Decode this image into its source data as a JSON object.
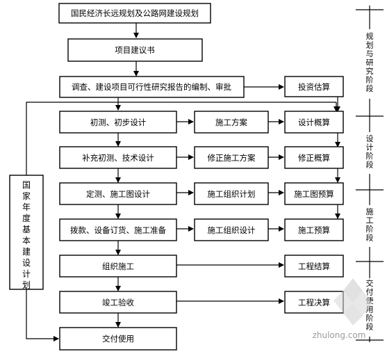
{
  "nodes": {
    "plan": "国民经济长远规划及公路网建设规划",
    "proposal": "项目建议书",
    "feasibility": "调查、建设项目可行性研究报告的编制、审批",
    "investment_estimate": "投资估算",
    "prelim_design": "初测、初步设计",
    "construction_scheme": "施工方案",
    "design_estimate": "设计概算",
    "supp_design": "补充初测、技术设计",
    "revised_scheme": "修正施工方案",
    "revised_estimate": "修正概算",
    "detailed_design": "定测、施工图设计",
    "construction_org_plan": "施工组织计划",
    "drawing_budget": "施工图预算",
    "allocation": "拨款、设备订货、施工准备",
    "construction_org_design": "施工组织设计",
    "construction_budget": "施工预算",
    "organize_construction": "组织施工",
    "project_settlement": "工程结算",
    "completion_acceptance": "竣工验收",
    "final_accounts": "工程决算",
    "delivery": "交付使用",
    "national_plan": "国家年度基本建设计划"
  },
  "phases": {
    "planning": "规划与研究阶段",
    "design": "设计阶段",
    "construction": "施工阶段",
    "delivery": "交付使用阶段"
  },
  "watermark": "zhulong.com"
}
